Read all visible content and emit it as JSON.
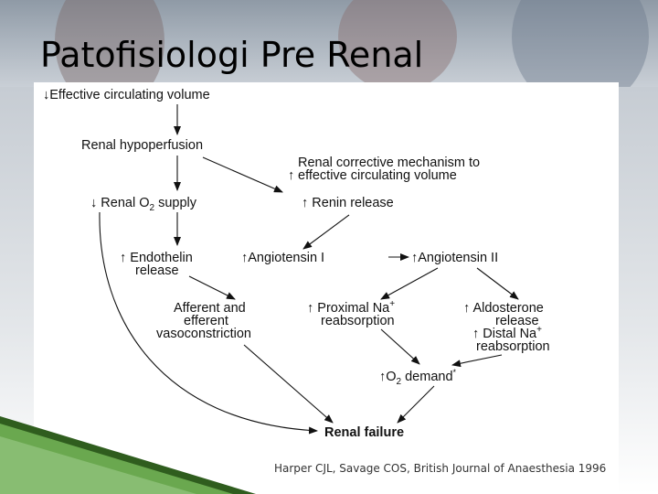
{
  "slide": {
    "title": "Patofisiologi Pre Renal",
    "citation": "Harper CJL, Savage COS, British Journal of Anaesthesia 1996"
  },
  "diagram": {
    "nodes": {
      "ecv": "↓Effective circulating volume",
      "hypoperfusion": "Renal hypoperfusion",
      "corrective_1": "Renal corrective mechanism to",
      "corrective_2": "effective circulating volume",
      "corrective_up": "↑",
      "o2_supply_prefix": "↓ Renal O",
      "o2_supply_sub": "2",
      "o2_supply_suffix": " supply",
      "renin": "↑ Renin release",
      "endothelin_1": "↑ Endothelin",
      "endothelin_2": "release",
      "angiotensin_1": "↑Angiotensin I",
      "angiotensin_2": "↑Angiotensin II",
      "afferent_1": "Afferent and",
      "afferent_2": "efferent",
      "afferent_3": "vasoconstriction",
      "proximal_1": "↑ Proximal Na",
      "proximal_sup": "+",
      "proximal_2": "reabsorption",
      "aldosterone_1": "↑ Aldosterone",
      "aldosterone_2": "release",
      "distal_1": "↑ Distal Na",
      "distal_sup": "+",
      "distal_2": "reabsorption",
      "o2_demand_prefix": "↑O",
      "o2_demand_sub": "2",
      "o2_demand_suffix": " demand",
      "o2_demand_mark": "*",
      "renal_failure": "Renal failure"
    }
  },
  "colors": {
    "accent_green": "#6aa84f",
    "dark_green": "#2f5d1e",
    "text": "#111111"
  }
}
